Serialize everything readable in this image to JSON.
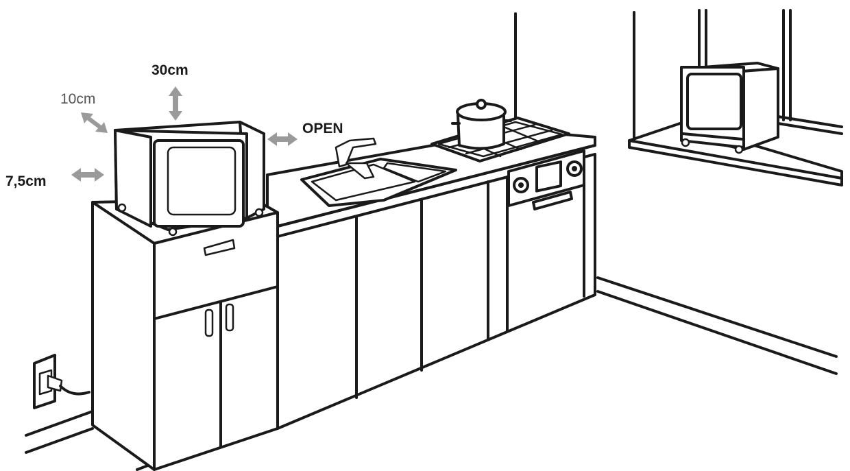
{
  "labels": {
    "top_clearance": "30cm",
    "rear_clearance": "10cm",
    "side_clearance": "7,5cm",
    "front_clearance": "OPEN"
  },
  "colors": {
    "line": "#1a1a1a",
    "arrow": "#9a9a9a",
    "background": "#ffffff"
  },
  "icons": [
    "double-arrow-icon",
    "power-plug-icon"
  ]
}
